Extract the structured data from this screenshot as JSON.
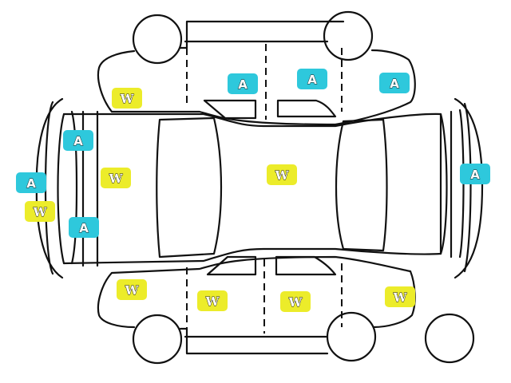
{
  "legend_colors": {
    "A": "#2ec8dc",
    "W": "#ecec2a"
  },
  "markers": [
    {
      "id": "front-left-door-a",
      "code": "A",
      "color": "#2ec8dc"
    },
    {
      "id": "rear-left-door-a",
      "code": "A",
      "color": "#2ec8dc"
    },
    {
      "id": "rear-left-quarter-a",
      "code": "A",
      "color": "#2ec8dc"
    },
    {
      "id": "front-left-fender-w",
      "code": "W",
      "color": "#ecec2a"
    },
    {
      "id": "hood-left-a",
      "code": "A",
      "color": "#2ec8dc"
    },
    {
      "id": "hood-w",
      "code": "W",
      "color": "#ecec2a"
    },
    {
      "id": "front-bumper-a",
      "code": "A",
      "color": "#2ec8dc"
    },
    {
      "id": "front-bumper-w",
      "code": "W",
      "color": "#ecec2a"
    },
    {
      "id": "hood-right-a",
      "code": "A",
      "color": "#2ec8dc"
    },
    {
      "id": "roof-w",
      "code": "W",
      "color": "#ecec2a"
    },
    {
      "id": "rear-bumper-a",
      "code": "A",
      "color": "#2ec8dc"
    },
    {
      "id": "front-right-fender-w",
      "code": "W",
      "color": "#ecec2a"
    },
    {
      "id": "front-right-door-w",
      "code": "W",
      "color": "#ecec2a"
    },
    {
      "id": "rear-right-door-w",
      "code": "W",
      "color": "#ecec2a"
    },
    {
      "id": "rear-right-quarter-w",
      "code": "W",
      "color": "#ecec2a"
    }
  ]
}
